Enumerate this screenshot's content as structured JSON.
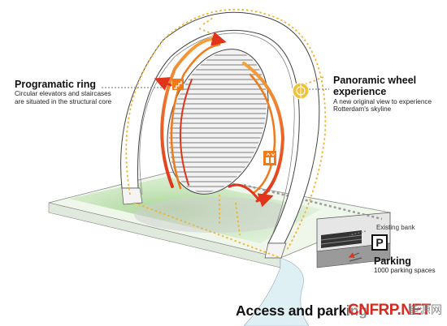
{
  "programmatic_ring": {
    "title": "Programatic ring",
    "desc_line1": "Circular elevators and staircases",
    "desc_line2": "are situated in the structural core"
  },
  "panoramic_wheel": {
    "title_line1": "Panoramic wheel",
    "title_line2": "experience",
    "desc_line1": "A new original view to experience",
    "desc_line2": "Rotterdam's skyline"
  },
  "existing_bank": "Existing bank",
  "parking": {
    "sign": "P",
    "title": "Parking",
    "desc": "1000 parking spaces"
  },
  "access": "Access and parking",
  "watermark": {
    "logo": "CNFRP.NET",
    "mark": "能源网"
  },
  "colors": {
    "arrow_orange": "#f07a1a",
    "arrow_red": "#e0341c",
    "dotted_yellow": "#f2b233",
    "water_green": "#b7dca1",
    "structure_outline": "#555555",
    "shadow_grey": "#c9c9c9"
  },
  "icons": [
    "staircase-icon",
    "elevator-icon",
    "panoramic-wheel-icon"
  ]
}
